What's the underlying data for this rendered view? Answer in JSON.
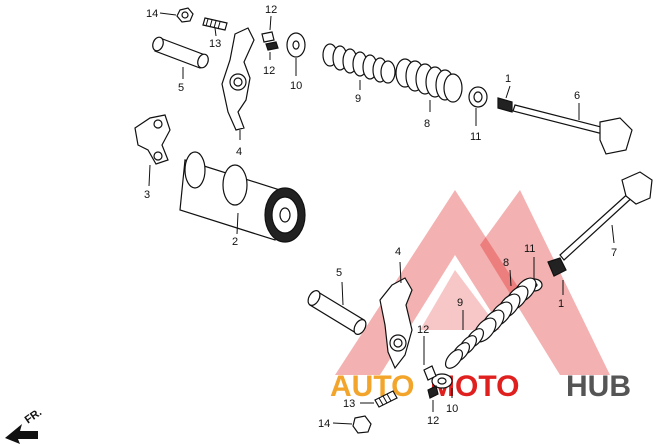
{
  "watermark": {
    "text_left": "AUTO",
    "text_middle": "MOTO",
    "text_right": "HUB",
    "color_red": "#e0201f",
    "color_orange": "#f2a52a",
    "color_gray": "#555555"
  },
  "direction_label": "FR.",
  "callouts": {
    "top_14": "14",
    "top_13": "13",
    "top_12a": "12",
    "top_12b": "12",
    "top_10": "10",
    "top_5": "5",
    "top_9": "9",
    "top_8": "8",
    "top_11": "11",
    "top_1": "1",
    "top_6": "6",
    "top_4": "4",
    "top_3": "3",
    "top_2": "2",
    "bot_7": "7",
    "bot_4": "4",
    "bot_5": "5",
    "bot_11": "11",
    "bot_8": "8",
    "bot_1": "1",
    "bot_9": "9",
    "bot_12a": "12",
    "bot_10": "10",
    "bot_13": "13",
    "bot_14": "14",
    "bot_12b": "12"
  }
}
